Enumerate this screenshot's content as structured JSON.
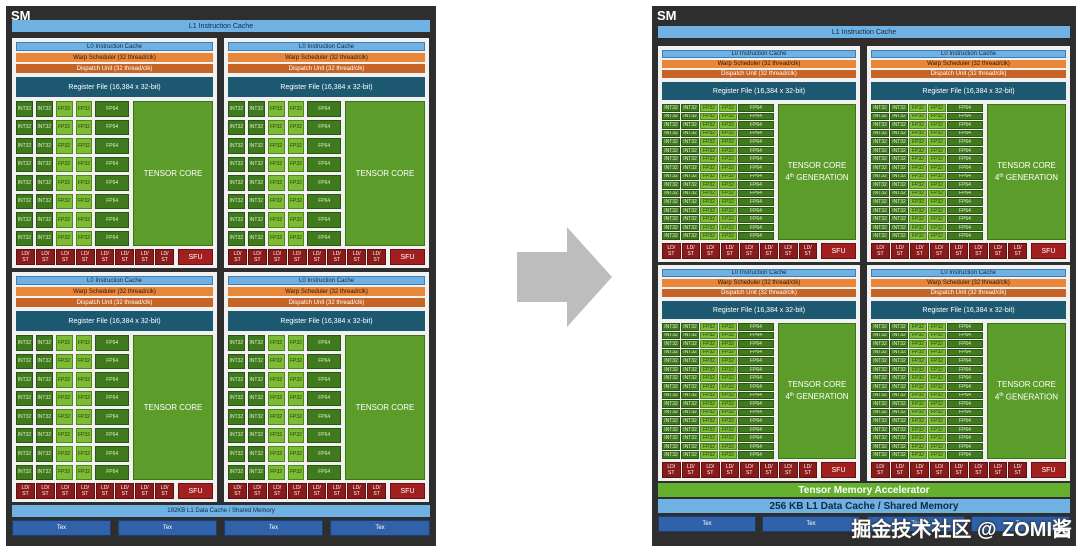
{
  "left_sm": {
    "title": "SM",
    "l1_instruction_cache": "L1 Instruction Cache",
    "l0_instruction_cache": "L0 Instruction Cache",
    "warp_scheduler": "Warp Scheduler (32 thread/clk)",
    "dispatch_unit": "Dispatch Unit (32 thread/clk)",
    "register_file": "Register File (16,384 x 32-bit)",
    "int32": "INT32",
    "fp32": "FP32",
    "fp64": "FP64",
    "tensor_core": "TENSOR CORE",
    "ldst": [
      "LD/",
      "ST"
    ],
    "sfu": "SFU",
    "l1_data_cache": "192KB L1 Data Cache / Shared Memory",
    "tex": "Tex"
  },
  "right_sm": {
    "title": "SM",
    "l1_instruction_cache": "L1 Instruction Cache",
    "l0_instruction_cache": "L0 Instruction Cache",
    "warp_scheduler": "Warp Scheduler (32 thread/clk)",
    "dispatch_unit": "Dispatch Unit (32 thread/clk)",
    "register_file": "Register File (16,384 x 32-bit)",
    "int32": "INT32",
    "fp32": "FP32",
    "fp64": "FP64",
    "tensor_core": "TENSOR CORE",
    "tensor_core_gen_num": "4",
    "tensor_core_gen_sup": "th",
    "tensor_core_gen_text": "GENERATION",
    "ldst": [
      "LD/",
      "ST"
    ],
    "sfu": "SFU",
    "tensor_memory_accelerator": "Tensor Memory Accelerator",
    "l1_data_cache": "256 KB L1 Data Cache / Shared Memory",
    "tex": "Tex"
  },
  "watermark": "掘金技术社区 @ ZOMI酱",
  "colors": {
    "sm_background": "#2e2e2e",
    "cache_blue": "#6fb1e3",
    "warp_orange": "#e8873a",
    "dispatch_orange": "#c66426",
    "register_teal": "#1c5870",
    "int_green": "#3f7a1d",
    "fp32_green": "#7dbb35",
    "tensor_green": "#5c9c2a",
    "ldst_red": "#8a1b1b",
    "tex_blue": "#2f62a8",
    "arrow_gray": "#bdbdbd"
  }
}
